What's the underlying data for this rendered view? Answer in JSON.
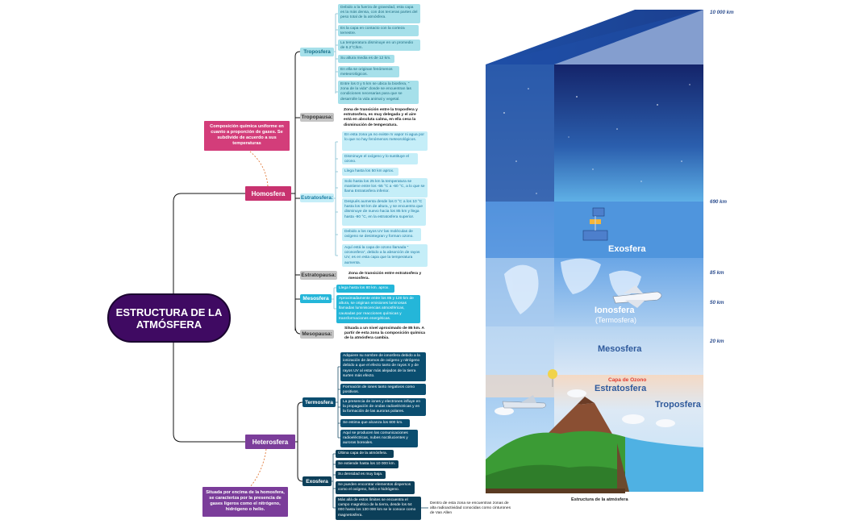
{
  "root": "ESTRUCTURA DE LA ATMÓSFERA",
  "homosfera": {
    "label": "Homosfera",
    "note": "Composición química uniforme en cuanto a proporción de gases. Se subdivide de acuerdo a sus temperaturas",
    "troposfera": {
      "label": "Troposfera",
      "items": [
        "Debido a la fuerza de gravedad, esta capa es la más densa, con dos terceras partes del peso total de la atmósfera.",
        "Es la capa en contacto con la corteza terrestre.",
        "La temperatura disminuye en un promedio de 6.2°C/km.",
        "Su altura media es de 12 km.",
        "En ella se originan fenómenos meteorológicos.",
        "Entre los 0 y 5 km se ubica la biosfera, \" zona de la vida\" donde se encuentran las condiciones necesarias para que se desarrolle la vida animal y vegetal."
      ]
    },
    "tropopausa": {
      "label": "Tropopausa:",
      "text": "Zona de transición entre la troposfera y estratosfera, es muy delegada y el aire está en absoluta calma, en ella cesa la disminución de temperatura."
    },
    "estratosfera": {
      "label": "Estratosfera:",
      "items": [
        "En esta zona ya no existe m vapor ni agua por lo que no hay fenómenos meteorológicos.",
        "Disminuye el oxígeno y lo sustituye el ozono.",
        "Llega hasta los 50 km aprox.",
        "Solo hasta los 25 km la temperatura se mantiene entre los -55 °C a -60 °C, a lo que se llama Estratosfera inferior.",
        "Después aumenta desde los 0 °C a los 10 °C hasta los 50 km de altura, y se encuentra que disminuye de nuevo hacia los 85 km y llega hasta -90 °C, en la estratosfera superior.",
        "Debido a los rayos UV las moléculas de oxígeno se desintegran y forman ozono.",
        "Aquí está la capa de ozono llamada \" ozonosfera\", debido a la absorción de rayos UV, es en esta capa que la temperatura aumenta."
      ]
    },
    "estratopausa": {
      "label": "Estratopausa:",
      "text": "Zona de transición entre estratosfera y mesosfera."
    },
    "mesosfera": {
      "label": "Mesosfera",
      "items": [
        "Llega hasta los 80 km. aprox.",
        "Aproximadamente entre los 85 y 120 km de altura, se originan emisiones luminosas llamadas luminiscencias atmosféricas, causadas por reacciones químicas y transformaciones energéticas."
      ]
    },
    "mesopausa": {
      "label": "Mesopausa:",
      "text": "Situada a un nivel aproximado de 85 km. A partir de esta zona la composición química de la atmósfera cambia."
    }
  },
  "heterosfera": {
    "label": "Heterosfera",
    "note": "Situada por encima de la homosfera, se caracteriza por la presencia de gases ligeros como el nitrógeno, hidrógeno o helio.",
    "termosfera": {
      "label": "Termosfera",
      "items": [
        "Adquiere su nombre de ionosfera debido a la ionización de átomos de oxígeno y nitrógeno debido a que el efecto tanto de rayos X y de rayos UV al estar más alejados de la tierra surten más efecto.",
        "Formación de iones tanto negativos como positivos.",
        "La presencia de iones y electrones influye en la propagación de ondas radioeléctricas y en la formación de las auroras polares.",
        "Se estima que alcanza los 600 km.",
        "Aquí se producen las comunicaciones radioeléctricas, nubes noctilucientes y auroras boreales."
      ]
    },
    "exosfera": {
      "label": "Exosfera",
      "items": [
        "Última capa de la atmósfera.",
        "Se extiende hasta los 10 000 km.",
        "Su densidad es muy baja.",
        "Se pueden encontrar elementos dispersos como el oxígeno, helio e hidrógeno.",
        "Más allá de estos límites se encuentra el campo magnético de la tierra, desde los 64 000 hasta los 130 000 km se le conoce como magnetosfera."
      ],
      "extra": "Dentro de esta zona se encuentran zonas de alta radioactividad conocidas como cinturones de Van Allen"
    }
  },
  "illustration": {
    "caption": "Estructura de la atmósfera",
    "altitudes": [
      "10 000 km",
      "690 km",
      "85 km",
      "50 km",
      "20 km"
    ],
    "layers": {
      "exosfera": "Exosfera",
      "ionosfera": "Ionosfera",
      "termosfera": "(Termosfera)",
      "mesosfera": "Mesosfera",
      "ozono": "Capa de Ozono",
      "estratosfera": "Estratosfera",
      "troposfera": "Troposfera"
    }
  }
}
